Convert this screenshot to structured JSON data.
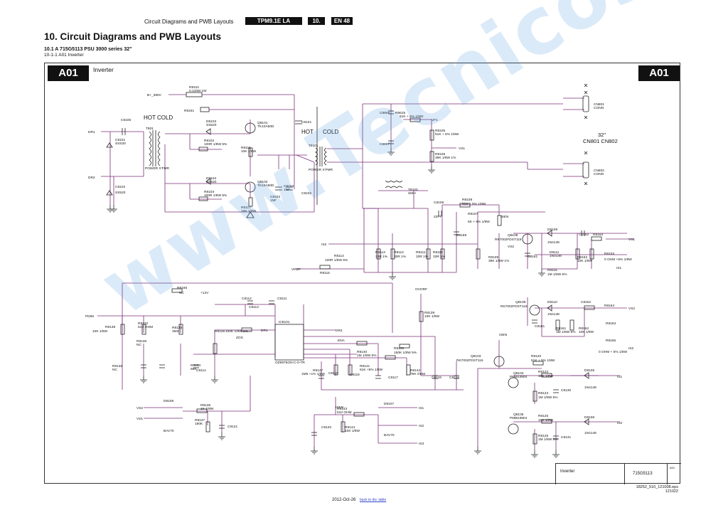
{
  "header": {
    "title": "Circuit Diagrams and PWB Layouts",
    "chassis": "TPM9.1E LA",
    "section": "10.",
    "page": "EN 48"
  },
  "heading": "10. Circuit Diagrams and PWB Layouts",
  "subheading": "10.1   A 715G5113 PSU 3000 series 32\"",
  "subsubheading": "10-1-1        A01 Inverter",
  "sheet": {
    "tag_left": "A01",
    "tag_right": "A01",
    "name": "Inverter"
  },
  "colors": {
    "wire": "#7a2f78",
    "ink": "#222222",
    "watermark": "#5aa0e1"
  },
  "labels": {
    "b390": "B+_390V",
    "r8101": "R8101",
    "r8101v": "0.1ohM 1W",
    "r8191": "R8191",
    "c8105": "C8105",
    "hotcold1": "HOT  COLD",
    "t801": "T801",
    "dr1": "DR1",
    "c8101a": "C8101",
    "c8101v": "SSS20",
    "powerx1": "POWER X'FMR",
    "dr2": "DR2",
    "c8102": "C8102",
    "c8102v": "SS520",
    "d8103": "D8103",
    "d8103v": "SS520",
    "r8102": "R8102",
    "r8102v": "100R 1/8W 5%",
    "q8101": "Q8101",
    "q8101v": "TK10A50D",
    "r8116": "R8116",
    "r8116v": "10K 1/8W",
    "d8104": "D8104",
    "d8104v": "SS520",
    "r8103": "R8103",
    "r8103v": "100R 1/8W 5%",
    "q8102": "Q8102",
    "q8102v": "TK10A50D",
    "r8117": "R8117",
    "r8117v": "10K 1/8W",
    "c8103": "C8103",
    "c8103v": "1NF",
    "c8104": "C8104",
    "c8104v": "1NF",
    "c8101b": "C8101",
    "c8102b": "C8102",
    "hot2": "HOT",
    "cold2": "COLD",
    "t8101": "T8101",
    "powerx2": "POWER X'FMR",
    "c8606": "C8606",
    "r8615": "R8615",
    "r8615v": "51K + 5% 1/8W",
    "vf1": "VF1",
    "c8607": "C8607",
    "r8105": "R8105",
    "r8105v": "51K + 5% 1/8W",
    "vs1": "VS1",
    "r8106": "R8106",
    "r8106v": "39K 1/8W 1%",
    "cn801": "CN801",
    "cn801v": "CONN",
    "cn802": "CN802",
    "cn802v": "CONN",
    "size32": "32\"",
    "cnpair": "CN801  CN802",
    "t8103": "T8103",
    "t8103v": "SMH",
    "c8108": "C8108",
    "c8108v": "22PF",
    "r8108": "R8108",
    "r8108v": "51K + 5% 1/8W",
    "r8107": "R8107",
    "r8107v": "5K + 5% 1/8W",
    "isen": "ISEN",
    "q8108": "Q8108",
    "q8108v": "RK7002FDST116",
    "d8109": "D8109",
    "d8109v": "1N4148",
    "c8152": "C8152",
    "r8154": "R8154",
    "vs1b": "VS1",
    "c8159": "C8159",
    "is2": "IS2",
    "r8114": "R8114",
    "r8114v": "100R 1/8W 5%",
    "r8113": "R8113",
    "r8113v": "33R 1%",
    "r8112": "R8112",
    "r8112v": "33R 1%",
    "r8111": "R8111",
    "r8111v": "33R 1%",
    "r8110": "R8110",
    "r8110v": "33R 1%",
    "r8109": "R8109",
    "r8109v": "39K 1/8W 1%",
    "vs2": "VS2",
    "c8151": "C8151",
    "d8111": "D8111",
    "d8111v": "1N4148",
    "r8152": "R8152",
    "r8152v": "10K 1/8W",
    "r8153": "R8153",
    "r8153v": "0 OHM +5% 1/8W",
    "r8115": "R8115",
    "r8115v": "1M 1/8W 5%",
    "vref": "VREF",
    "r8115b": "R8115",
    "is1": "IS1",
    "r8165": "R8165",
    "nc": "NC",
    "p12v": "+12V",
    "c8112": "C8112",
    "c8111": "C8111",
    "ovorf": "OVORF",
    "pdim": "PDIM",
    "r8138": "R8138",
    "r8138v": "10K 1/8W",
    "r8132": "R8132",
    "r8132v": "51K OHM",
    "r8133": "R8133",
    "r8133v": "3M3",
    "r8135": "R8135",
    "r8135v": "100K 1/8W 5%",
    "dr1b": "DR1",
    "dr2b": "DR2",
    "ic8101": "IC8101",
    "icpart": "OZ9976GN-C-0-TR",
    "c8113": "C8113",
    "r8136": "R8136",
    "r8136v": "NC",
    "ena": "ENA",
    "zos": "ZOS",
    "r8134": "R8134",
    "r8134v": "68K",
    "c8114": "C8114",
    "r8139": "R8139",
    "r8139v": "NC",
    "r8140": "R8140",
    "r8140v": "1M 1/8W 5%",
    "r8130": "R8130",
    "r8130v": "150K 1/8W 5%",
    "r8141": "R8141",
    "r8141v": "51K +5% 1/8W",
    "r8147": "R8147",
    "r8147v": "1M5 +1% 1/8W",
    "c8115": "C8115",
    "c8116": "C8116",
    "c8117": "C8117",
    "r8142": "R8142",
    "r8142v": "75K OHM",
    "c8118": "C8118",
    "c8119": "C8119",
    "r8139b": "R8139",
    "r8139bv": "10K 1/8W",
    "q8109": "Q8109",
    "q8109v": "RK7002FDST116",
    "d8110": "D8110",
    "d8110v": "1N4148",
    "c8162": "C8162",
    "r8164": "R8164",
    "vs2b": "VS2",
    "c8161": "C8161",
    "r8161": "R8161",
    "r8161v": "1M 1/8W 5%",
    "r8162": "R8162",
    "r8162v": "10K 1/8W",
    "r8163": "R8163",
    "r8165b": "R8165",
    "r8165bv": "0 OHM + 5% 1/8W",
    "is2b": "IS2",
    "isen2": "ISEN",
    "q8103": "Q8103",
    "q8103v": "RK7002FDST116",
    "r8120": "R8120",
    "r8120v": "51K + 5% 1/8W",
    "q8104": "Q8104",
    "q8104v": "PMBS3904",
    "r8122": "R8122",
    "r8122v": "10K 1/8W",
    "d8105": "D8105",
    "d8105v": "1N4148",
    "r8123": "R8123",
    "r8123v": "1M 1/8W 5%",
    "c8130": "C8130",
    "q8105": "Q8105",
    "q8105v": "PMBS3904",
    "r8125": "R8125",
    "r8125v": "10K 1/8W",
    "d8106": "D8106",
    "d8106v": "1N4148",
    "r8126": "R8126",
    "r8126v": "1M 1/8W 5%",
    "c8131": "C8131",
    "is1b": "IS1",
    "is2c": "IS2",
    "d8108": "D8108",
    "d8108v": "BAV70",
    "r8136b": "R8136",
    "r8136bv": "1K 1/8W",
    "r8137": "R8137",
    "r8137v": "180K",
    "c8121": "C8121",
    "r8143": "R8143",
    "r8143v": "510 OHM",
    "d8107": "D8107",
    "d8107v": "BAV70",
    "c8120": "C8120",
    "r8144": "R8144",
    "r8144v": "10K 1/8W",
    "is1c": "IS1",
    "is2d": "IS2",
    "is3": "IS3",
    "isen3": "ISEN"
  },
  "titleblock": {
    "title": "Inverter",
    "part": "715G5113",
    "rev": "A01"
  },
  "footer": {
    "drawing_id": "18252_510_121008.eps",
    "code": "121022",
    "date": "2012-Oct-26",
    "back_link": "back to div. table"
  },
  "watermark": "www.Tecnicosaurios.com"
}
